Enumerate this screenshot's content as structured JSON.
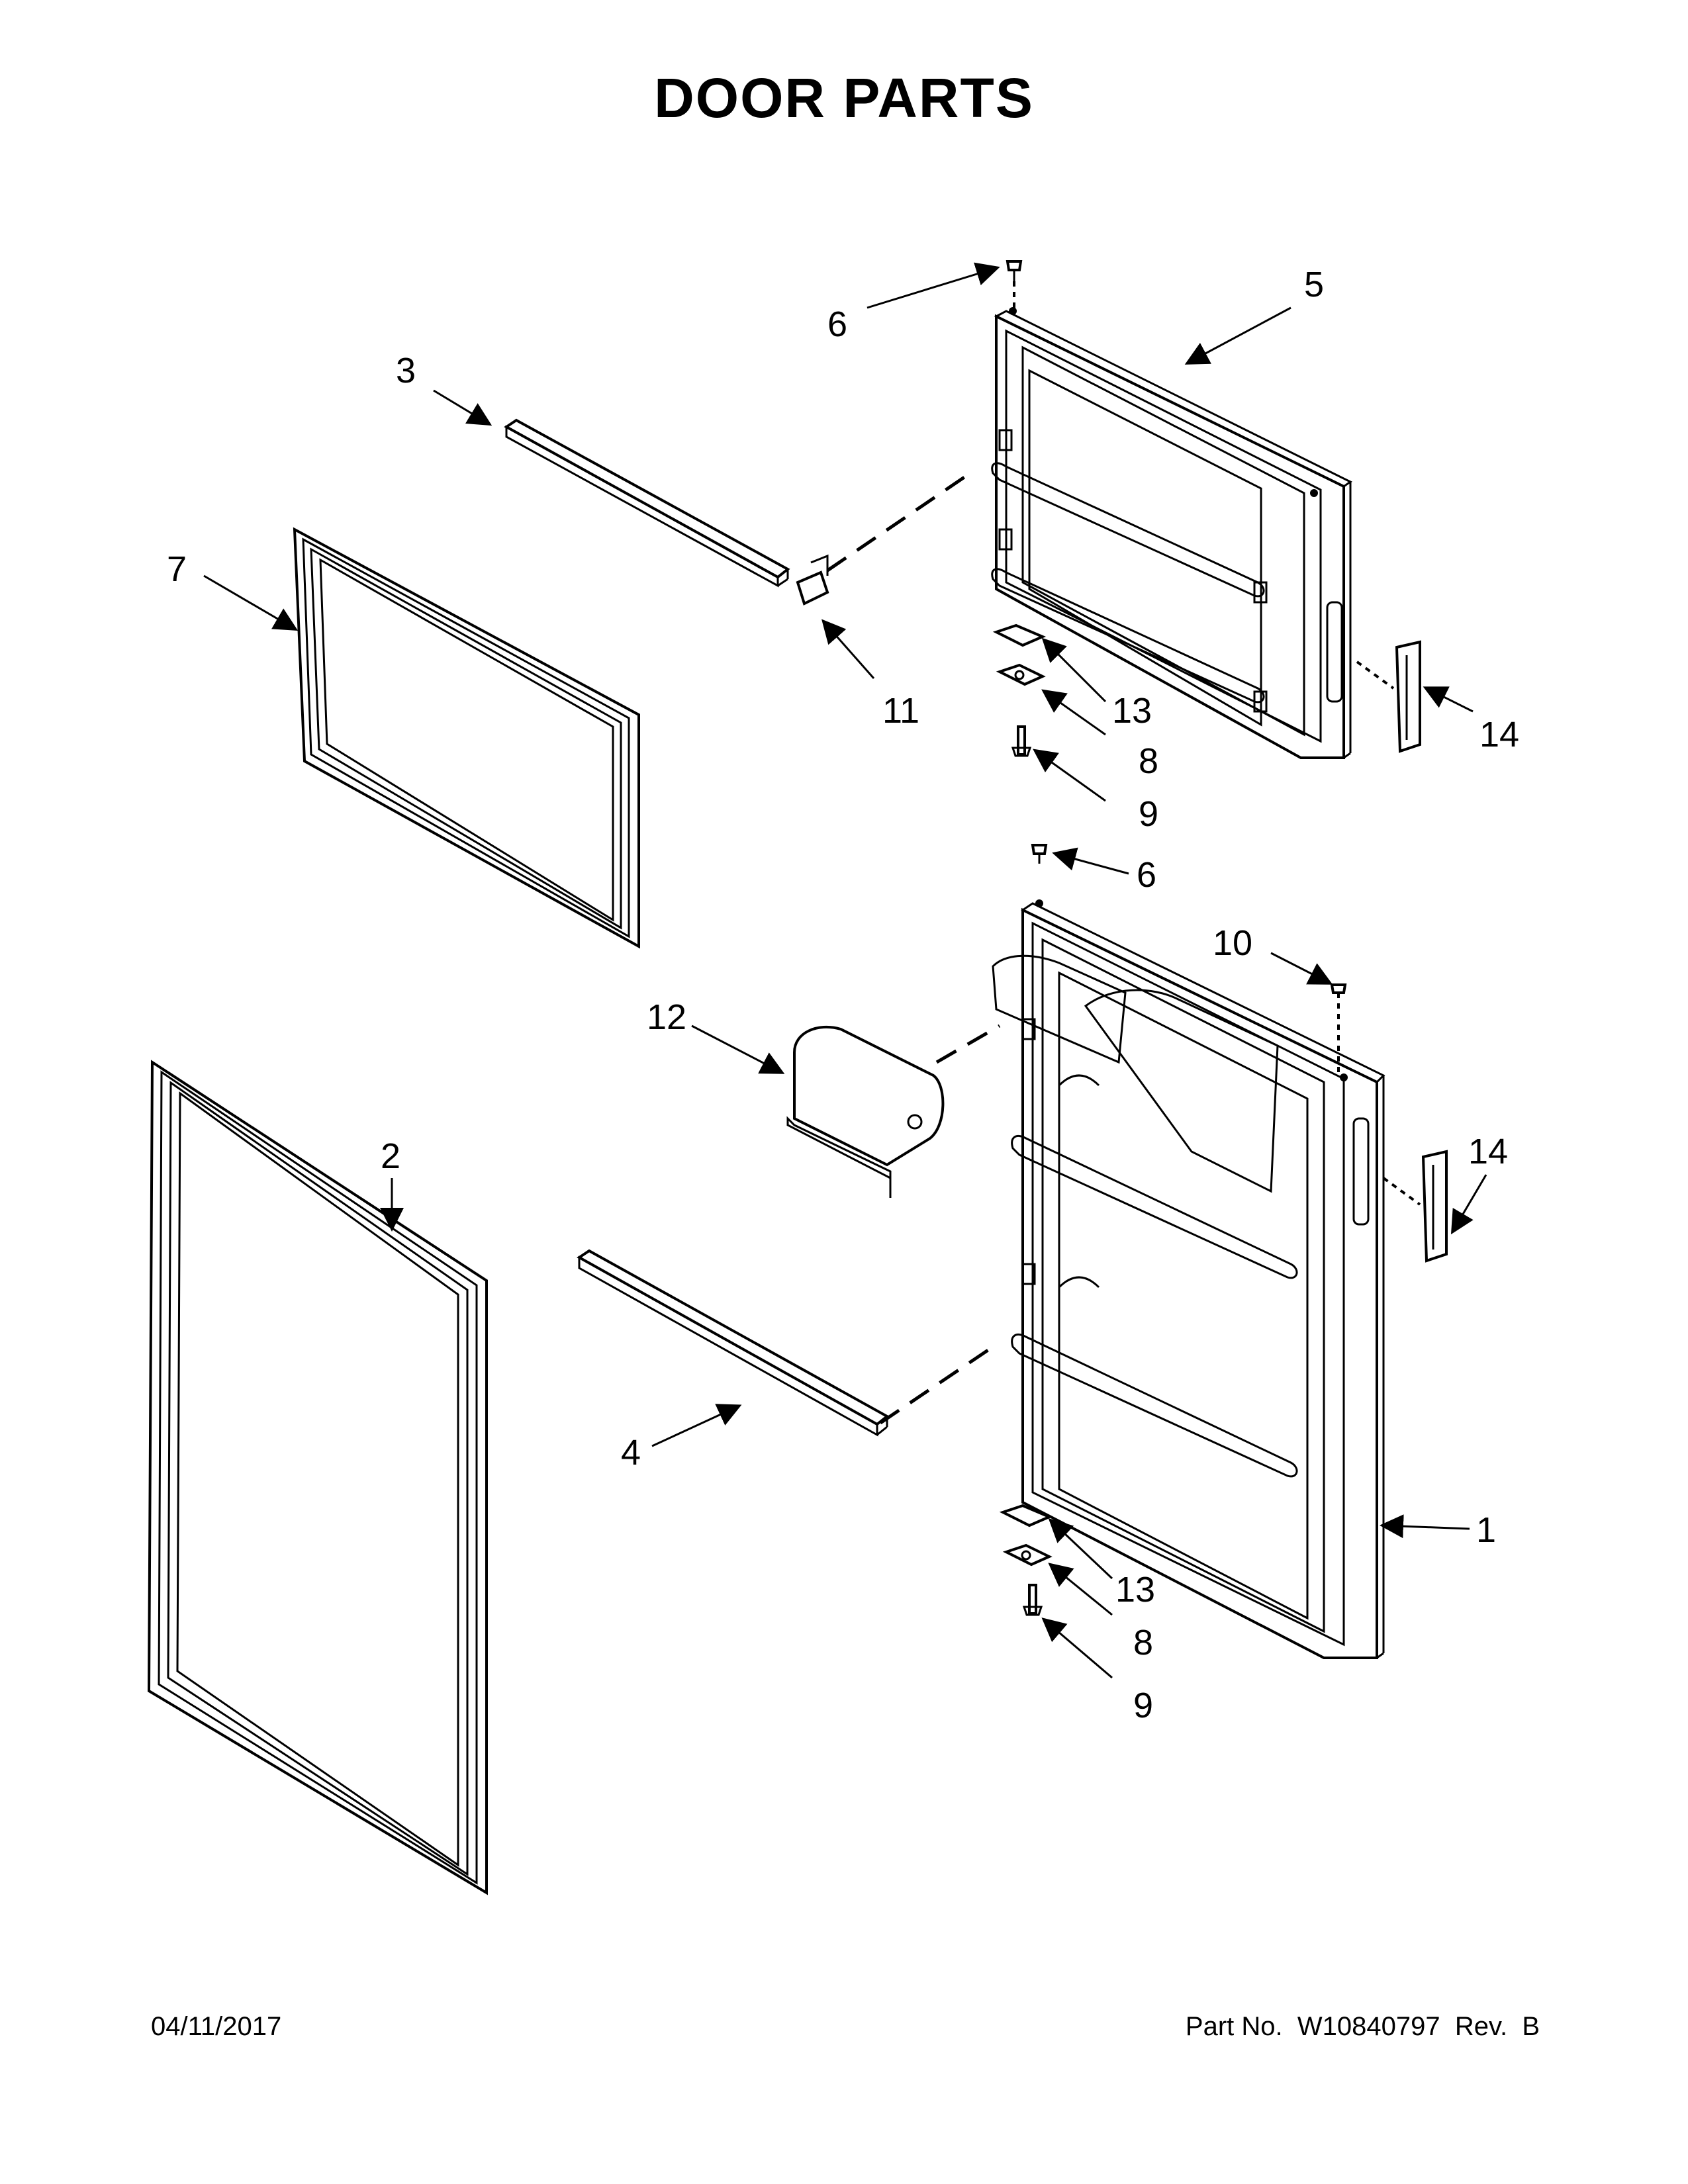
{
  "page": {
    "title": "DOOR PARTS",
    "date": "04/11/2017",
    "part_number": "Part No.  W10840797  Rev.  B"
  },
  "callouts": {
    "c1": "1",
    "c2": "2",
    "c3": "3",
    "c4": "4",
    "c5": "5",
    "c6a": "6",
    "c6b": "6",
    "c7": "7",
    "c8a": "8",
    "c8b": "8",
    "c9a": "9",
    "c9b": "9",
    "c10": "10",
    "c11": "11",
    "c12": "12",
    "c13a": "13",
    "c13b": "13",
    "c14a": "14",
    "c14b": "14"
  }
}
